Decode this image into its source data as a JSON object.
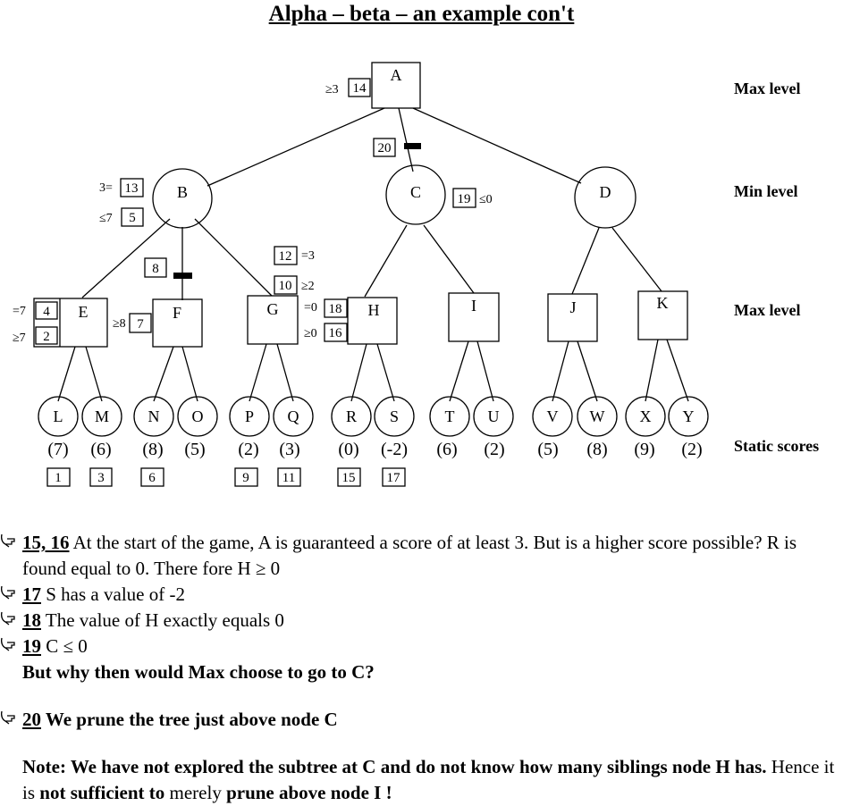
{
  "title": "Alpha – beta – an example con't",
  "levels": {
    "max_top": "Max level",
    "min": "Min level",
    "max_mid": "Max level",
    "static": "Static scores"
  },
  "nodes": {
    "A": "A",
    "B": "B",
    "C": "C",
    "D": "D",
    "E": "E",
    "F": "F",
    "G": "G",
    "H": "H",
    "I": "I",
    "J": "J",
    "K": "K",
    "L": "L",
    "M": "M",
    "N": "N",
    "O": "O",
    "P": "P",
    "Q": "Q",
    "R": "R",
    "S": "S",
    "T": "T",
    "U": "U",
    "V": "V",
    "W": "W",
    "X": "X",
    "Y": "Y"
  },
  "scores": {
    "L": "(7)",
    "M": "(6)",
    "N": "(8)",
    "O": "(5)",
    "P": "(2)",
    "Q": "(3)",
    "R": "(0)",
    "S": "(-2)",
    "T": "(6)",
    "U": "(2)",
    "V": "(5)",
    "W": "(8)",
    "X": "(9)",
    "Y": "(2)"
  },
  "leaf_steps": {
    "L": "1",
    "M": "3",
    "N": "6",
    "P": "9",
    "Q": "11",
    "R": "15",
    "S": "17"
  },
  "annotations": {
    "A_bound": "≥3",
    "A_step": "14",
    "AC_step": "20",
    "B_bound1": "3=",
    "B_step1": "13",
    "B_bound2": "≤7",
    "B_step2": "5",
    "C_step": "19",
    "C_bound": "≤0",
    "BF_step": "8",
    "G_step1": "12",
    "G_bound1": "=3",
    "G_step2": "10",
    "G_bound2": "≥2",
    "E_bound1": "=7",
    "E_step1": "4",
    "E_bound2": "≥7",
    "E_step2": "2",
    "F_bound": "≥8",
    "F_step": "7",
    "H_bound1": "=0",
    "H_step1": "18",
    "H_bound2": "≥0",
    "H_step2": "16"
  },
  "notes": {
    "n1_num": "15, 16",
    "n1_text": " At the start of the game, A is guaranteed a score of at least 3. But is a higher score possible? R is found equal to 0. There fore H ≥ 0",
    "n2_num": "17",
    "n2_text": " S has a value of -2",
    "n3_num": "18",
    "n3_text": " The value of H exactly equals 0",
    "n4_num": "19",
    "n4_text": " C ≤ 0",
    "n4_question": "But why then would Max choose to go to C?",
    "n5_num": "20",
    "n5_text": " We prune the tree just above node C",
    "note_p1": "Note: We have not explored the subtree at C and do not know how many siblings node H has.",
    "note_p2": " Hence it is ",
    "note_p3": "not sufficient to",
    "note_p4": " merely ",
    "note_p5": "prune above node I !"
  }
}
